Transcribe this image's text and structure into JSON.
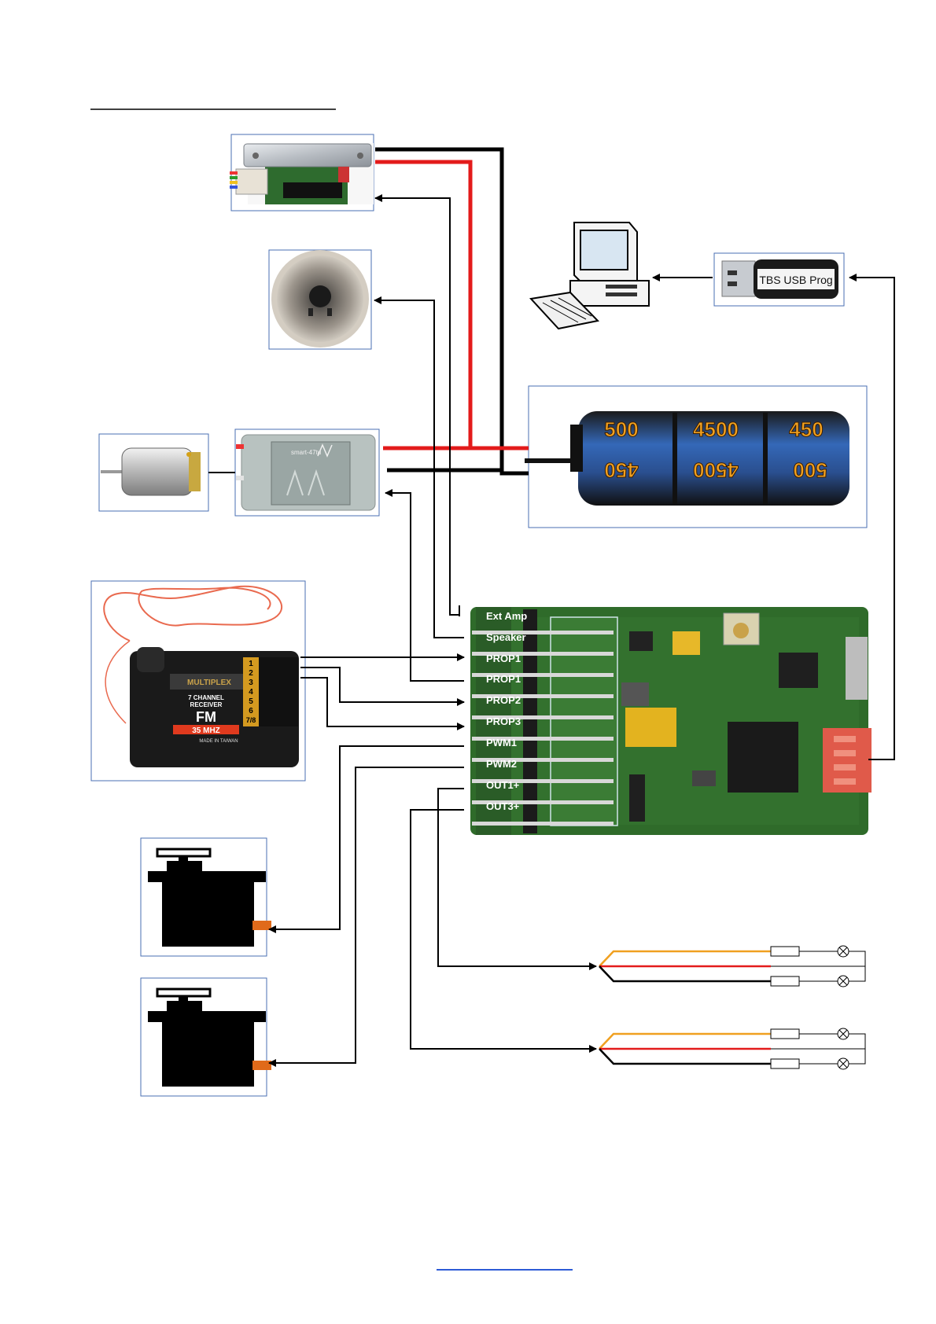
{
  "usb_programmer": {
    "label": "TBS USB Prog"
  },
  "controller": {
    "pins": [
      "Ext Amp",
      "Speaker",
      "PROP1",
      "PROP1",
      "PROP2",
      "PROP3",
      "PWM1",
      "PWM2",
      "OUT1+",
      "OUT3+"
    ]
  },
  "receiver": {
    "brand": "MULTIPLEX",
    "type_line1": "7 CHANNEL",
    "type_line2": "RECEIVER",
    "modulation": "FM",
    "frequency": "35 MHZ",
    "made_in": "MADE IN TAIWAN",
    "channels": [
      "1",
      "2",
      "3",
      "4",
      "5",
      "6",
      "7/8"
    ]
  },
  "esc": {
    "label": "smart-47tu"
  },
  "battery": {
    "cells": [
      "500",
      "4500",
      "450"
    ]
  },
  "colors": {
    "black_wire": "#000000",
    "red_wire": "#e31b1b",
    "orange_wire": "#f0a020",
    "pcb_green": "#2f6b2a",
    "connector_red": "#e05a4a",
    "highlight_blue": "#2d5bd6"
  }
}
